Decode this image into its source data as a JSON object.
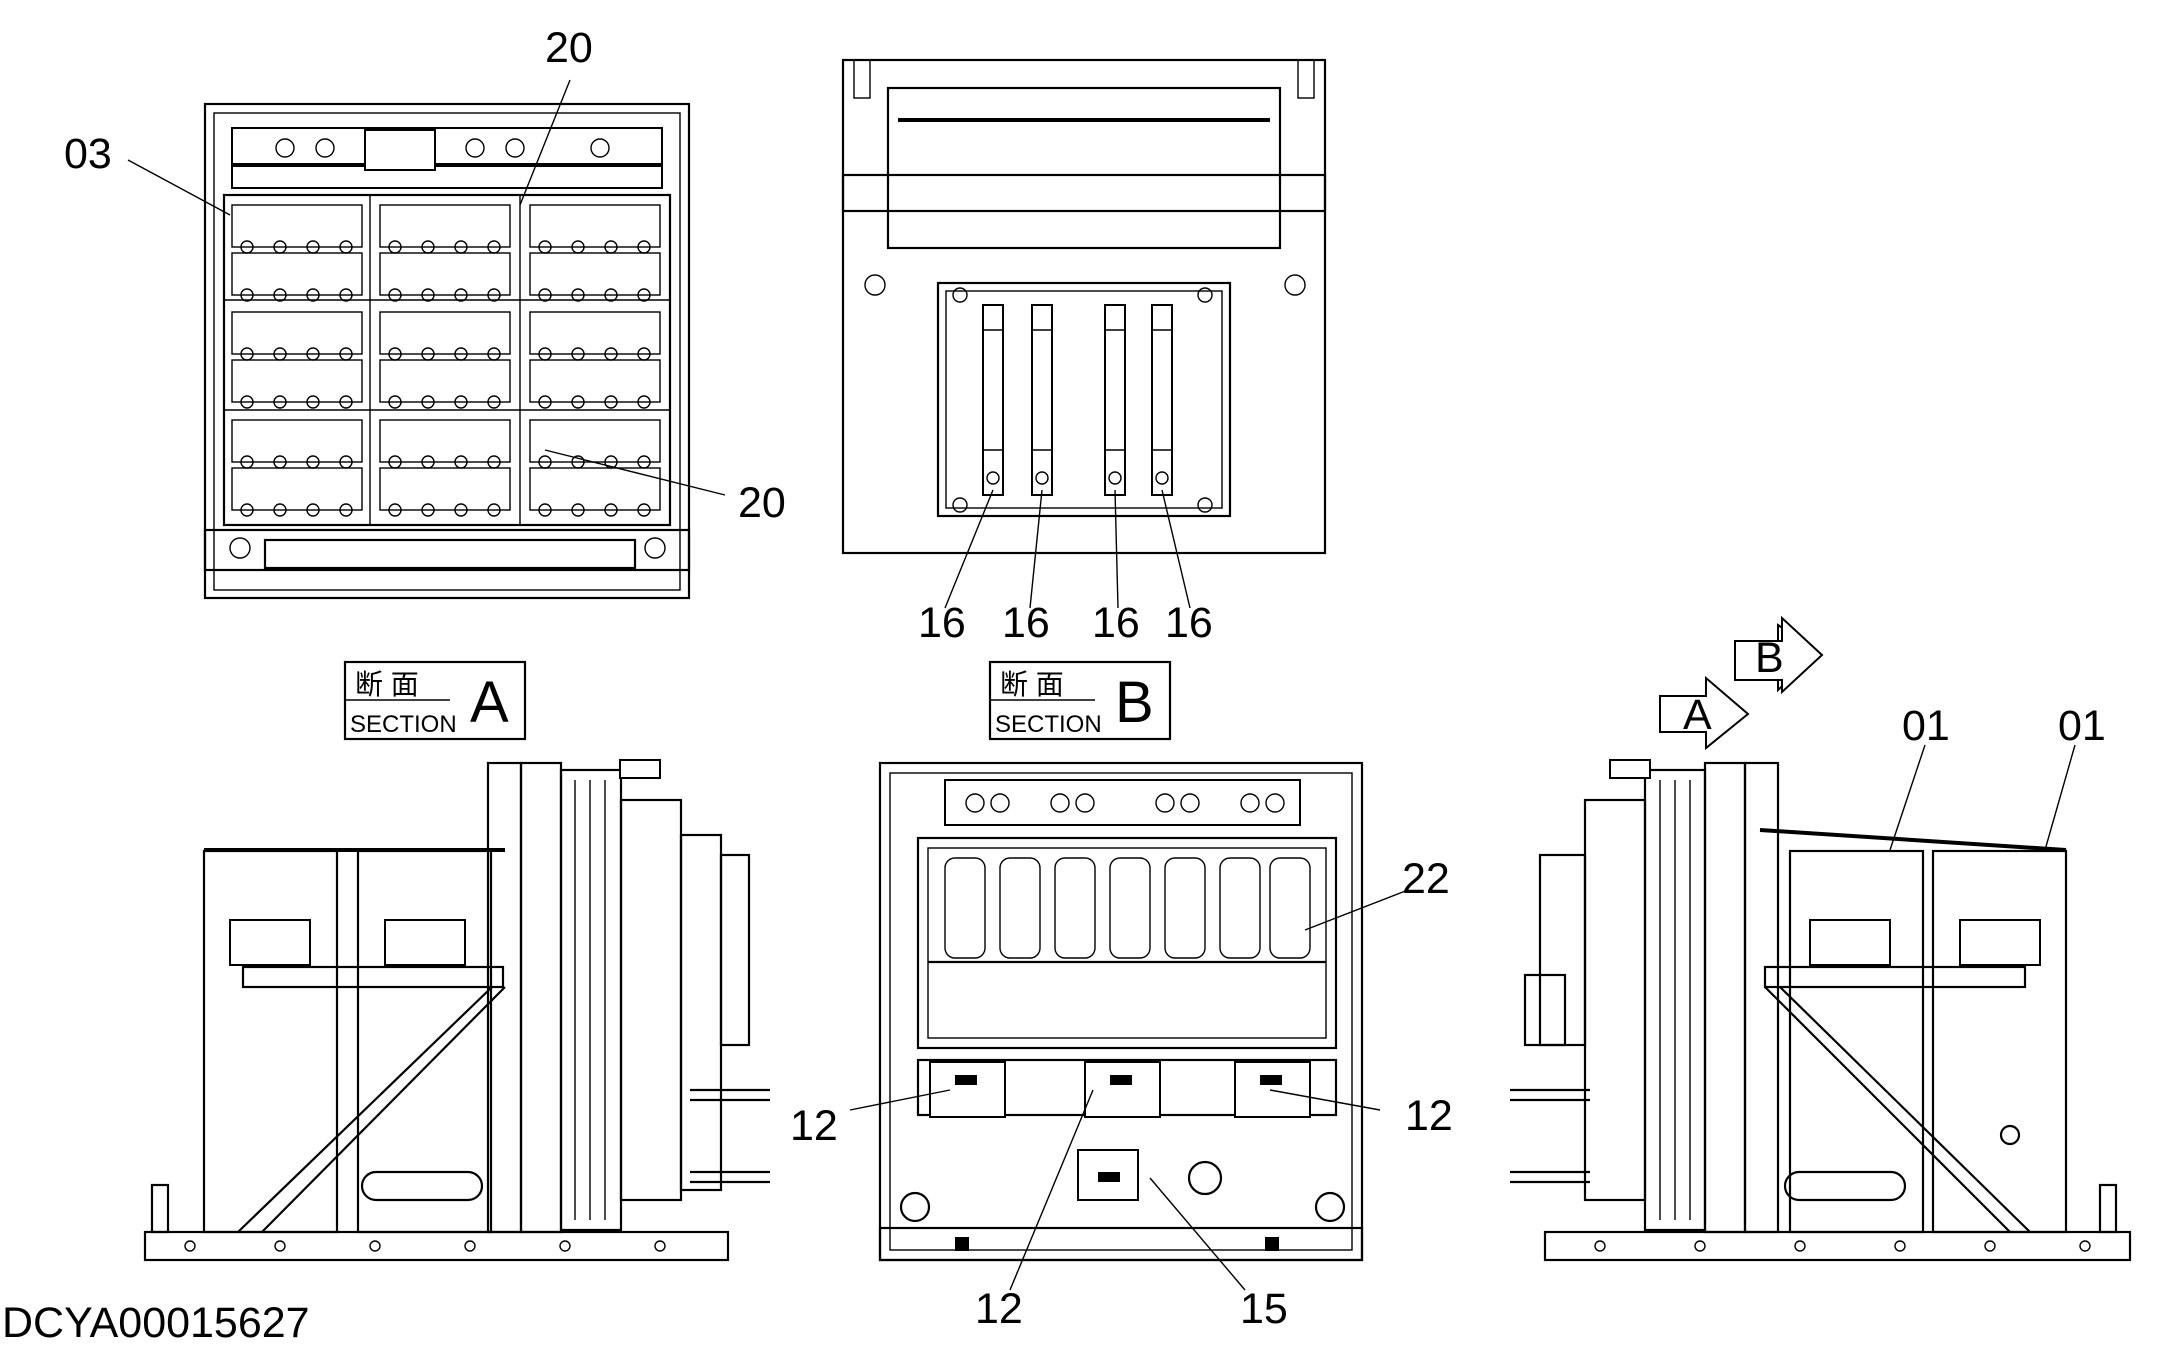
{
  "labels": {
    "top_left": [
      "03",
      "20",
      "20"
    ],
    "top_center": [
      "16",
      "16",
      "16",
      "16"
    ],
    "bottom_center": [
      "22",
      "12",
      "12",
      "12",
      "15"
    ],
    "bottom_right": [
      "01",
      "01"
    ]
  },
  "section_a": {
    "kanji": "断 面",
    "word": "SECTION",
    "letter": "A"
  },
  "section_b": {
    "kanji": "断 面",
    "word": "SECTION",
    "letter": "B"
  },
  "arrows": {
    "a": "A",
    "b": "B"
  },
  "doc_id": "DCYA00015627"
}
